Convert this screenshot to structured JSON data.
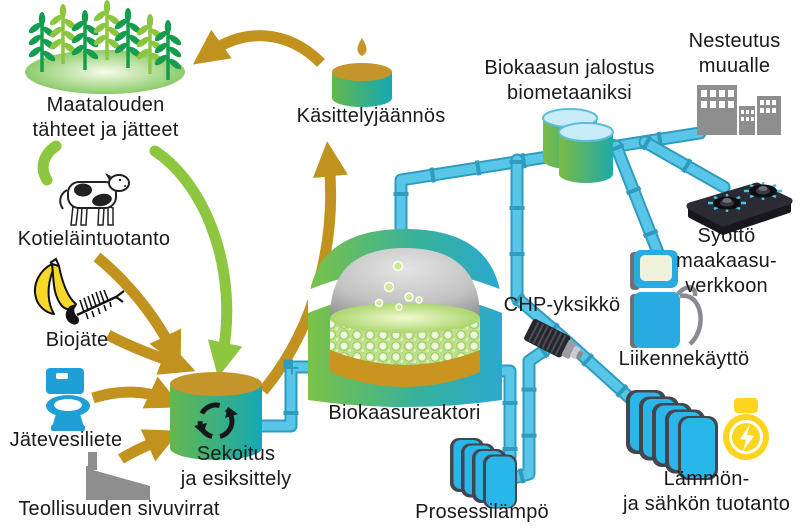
{
  "colors": {
    "arrow_gold": "#C2921F",
    "arrow_green": "#8DC63F",
    "pipe_blue": "#58C6E9",
    "tank_green": "#64B84B",
    "tank_teal": "#14A8B4",
    "tank_lid_gold": "#C4952B",
    "device_blue": "#29ABE2",
    "icon_gray": "#8E8E8E",
    "stove_dark": "#2B2B33",
    "bulb_yellow": "#FDD51D",
    "text": "#1a1a1a"
  },
  "nodes": {
    "agriculture": {
      "icon": "crops-icon",
      "line1": "Maatalouden",
      "line2": "tähteet ja jätteet"
    },
    "livestock": {
      "icon": "cow-icon",
      "label": "Kotieläintuotanto"
    },
    "biowaste": {
      "icon": "banana-fishbone-icon",
      "label": "Biojäte"
    },
    "sewage": {
      "icon": "toilet-icon",
      "label": "Jätevesiliete"
    },
    "industry": {
      "icon": "factory-icon",
      "label": "Teollisuuden sivuvirrat"
    },
    "mixing": {
      "icon": "mixing-tank-icon",
      "line1": "Sekoitus",
      "line2": "ja esiksittely"
    },
    "residue": {
      "icon": "residue-tank-icon",
      "label": "Käsittelyjäännös"
    },
    "reactor": {
      "icon": "biogas-reactor-icon",
      "label": "Biokaasureaktori"
    },
    "upgrading": {
      "icon": "storage-cylinders-icon",
      "line1": "Biokaasun jalostus",
      "line2": "biometaaniksi"
    },
    "liquefaction": {
      "icon": "city-buildings-icon",
      "line1": "Nesteutus",
      "line2": "muualle"
    },
    "gas_grid": {
      "icon": "gas-stove-icon",
      "line1": "Syöttö",
      "line2": "maakaasu-",
      "line3": "verkkoon"
    },
    "chp": {
      "icon": "chp-engine-icon",
      "label": "CHP-yksikkö"
    },
    "transport": {
      "icon": "fuel-dispenser-icon",
      "label": "Liikennekäyttö"
    },
    "process_heat": {
      "icon": "radiator-icon",
      "label": "Prosessilämpö"
    },
    "heat_power": {
      "icon": "radiator-lightbulb-icon",
      "line1": "Lämmön-",
      "line2": "ja sähkön tuotanto"
    }
  }
}
